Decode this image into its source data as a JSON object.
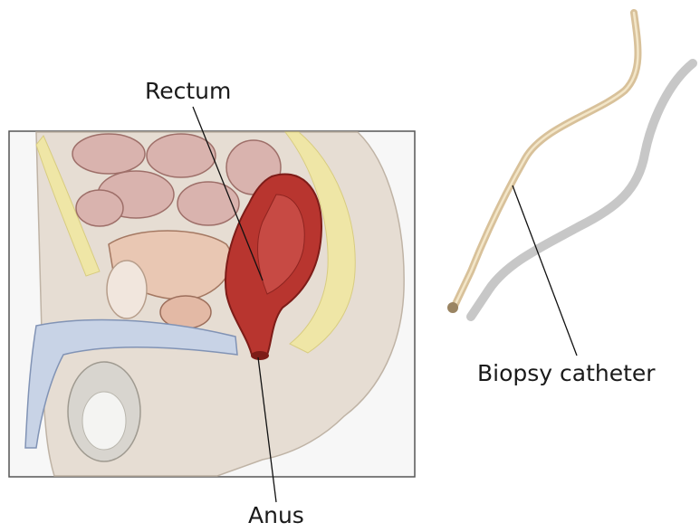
{
  "labels": {
    "rectum": "Rectum",
    "anus": "Anus",
    "catheter": "Biopsy catheter"
  },
  "colors": {
    "background": "#ffffff",
    "skin": "#e6ddd3",
    "skin_shadow": "#cfc3b6",
    "fat_layer": "#efe6a6",
    "bowel": "#d9b3ae",
    "rectum_wall": "#b8352f",
    "rectum_inner": "#c74a44",
    "urethra": "#c8d3e6",
    "catheter": "#d8c19a",
    "catheter_shadow": "#bdbdbd",
    "leader_line": "#111111"
  }
}
